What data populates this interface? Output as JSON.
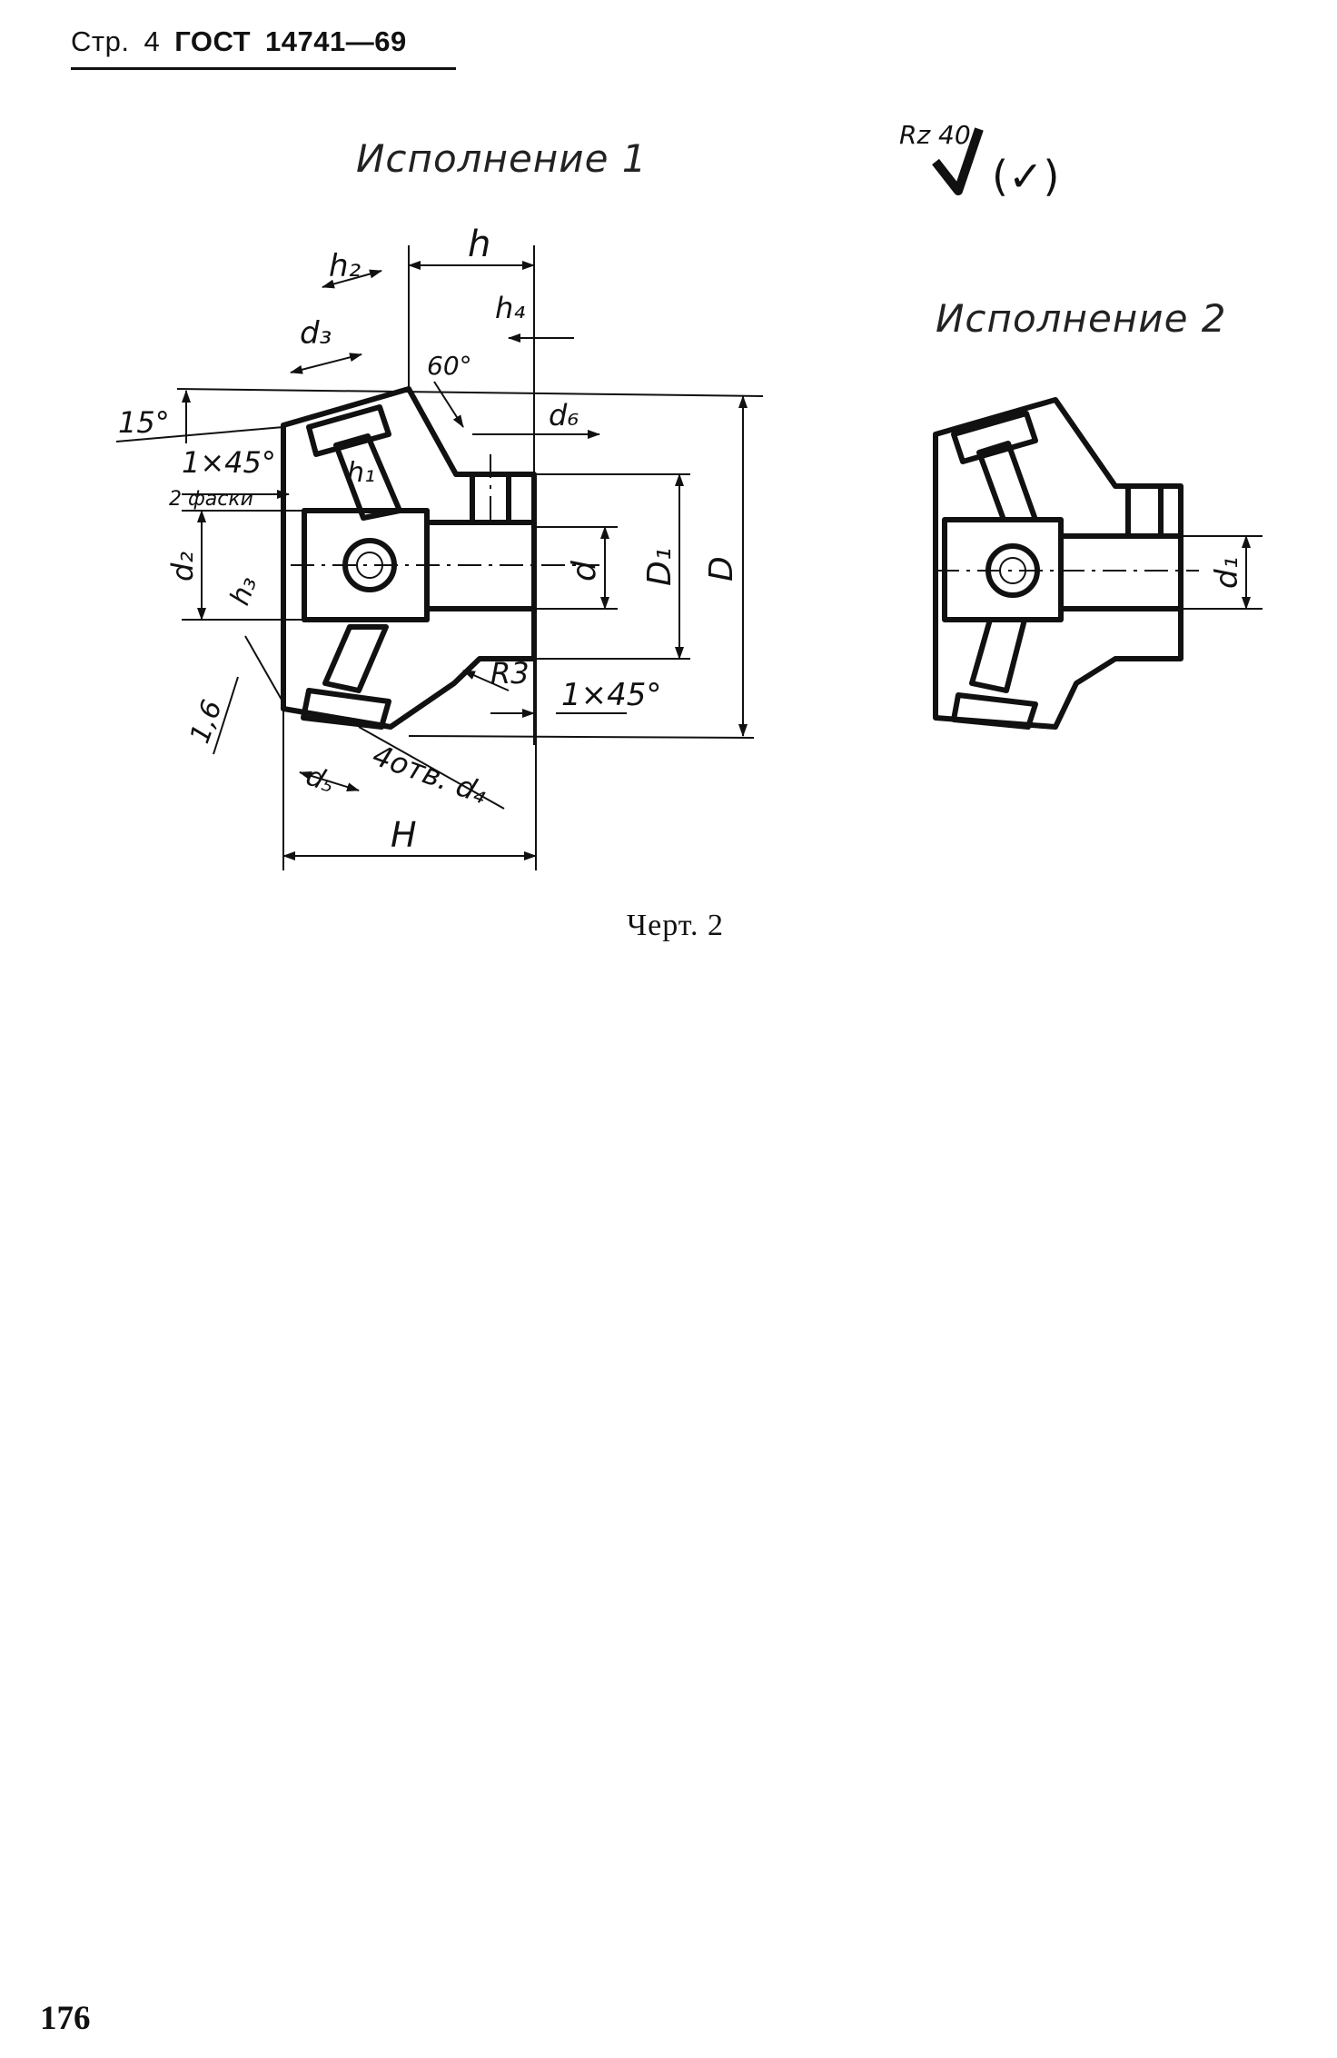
{
  "header": {
    "page_label": "Стр.",
    "page_no": "4",
    "standard": "ГОСТ",
    "number": "14741—69"
  },
  "variant_1": {
    "title": "Исполнение 1"
  },
  "variant_2": {
    "title": "Исполнение 2"
  },
  "roughness": {
    "label": "Rz 40",
    "bracket": "(✓)"
  },
  "dimensions": {
    "h": "h",
    "h1": "h₁",
    "h2": "h₂",
    "h3": "h₃",
    "h4": "h₄",
    "d": "d",
    "d1": "d₁",
    "d2": "d₂",
    "d3": "d₃",
    "d5": "d₅",
    "d6": "d₆",
    "D": "D",
    "D1": "D₁",
    "H": "H",
    "angle_60": "60°",
    "angle_15": "15°",
    "chamfer_1": "1×45°",
    "chamfer_note": "2 фаски",
    "chamfer_2": "1×45°",
    "radius": "R3",
    "holes": "4отв. d₄",
    "roughness_value": "1,6"
  },
  "caption": "Черт. 2",
  "page_number": "176"
}
